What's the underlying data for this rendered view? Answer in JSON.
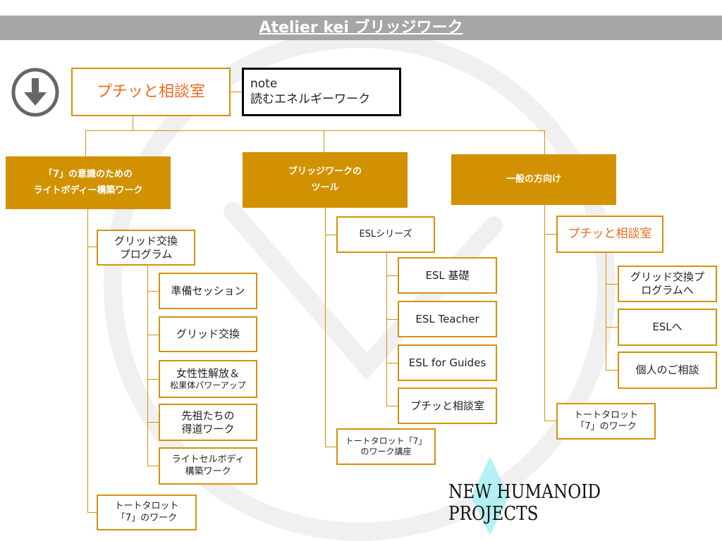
{
  "header": {
    "title": "Atelier kei ブリッジワーク"
  },
  "top": {
    "main": "プチッと相談室",
    "note_line1": "note",
    "note_line2": "読むエネルギーワーク"
  },
  "columns": [
    {
      "title_line1": "「7」の意識のための",
      "title_line2": "ライトボディー構築ワーク",
      "group": {
        "line1": "グリッド交換",
        "line2": "プログラム"
      },
      "items": [
        {
          "line1": "準備セッション"
        },
        {
          "line1": "グリッド交換"
        },
        {
          "line1": "女性性解放＆",
          "line2": "松果体パワーアップ"
        },
        {
          "line1": "先祖たちの",
          "line2": "得道ワーク"
        },
        {
          "line1": "ライトセルボディ",
          "line2": "構築ワーク"
        }
      ],
      "extra": {
        "line1": "トートタロット",
        "line2": "「7」のワーク"
      }
    },
    {
      "title_line1": "ブリッジワークの",
      "title_line2": "ツール",
      "group": {
        "line1": "ESLシリーズ"
      },
      "items": [
        {
          "line1": "ESL 基礎"
        },
        {
          "line1": "ESL Teacher"
        },
        {
          "line1": "ESL for Guides"
        },
        {
          "line1": "プチッと相談室"
        }
      ],
      "extra": {
        "line1": "トートタロット「7」",
        "line2": "のワーク講座"
      }
    },
    {
      "title_line1": "一般の方向け",
      "group": {
        "line1": "プチッと相談室"
      },
      "items": [
        {
          "line1": "グリッド交換プ",
          "line2": "ログラムへ"
        },
        {
          "line1": "ESLへ"
        },
        {
          "line1": "個人のご相談"
        }
      ],
      "extra": {
        "line1": "トートタロット",
        "line2": "「7」のワーク"
      }
    }
  ],
  "logo": {
    "text": "NEW HUMANOID PROJECTS"
  },
  "colors": {
    "accent": "#d29200",
    "orange": "#f06a1c",
    "header": "#a6a6a6"
  }
}
